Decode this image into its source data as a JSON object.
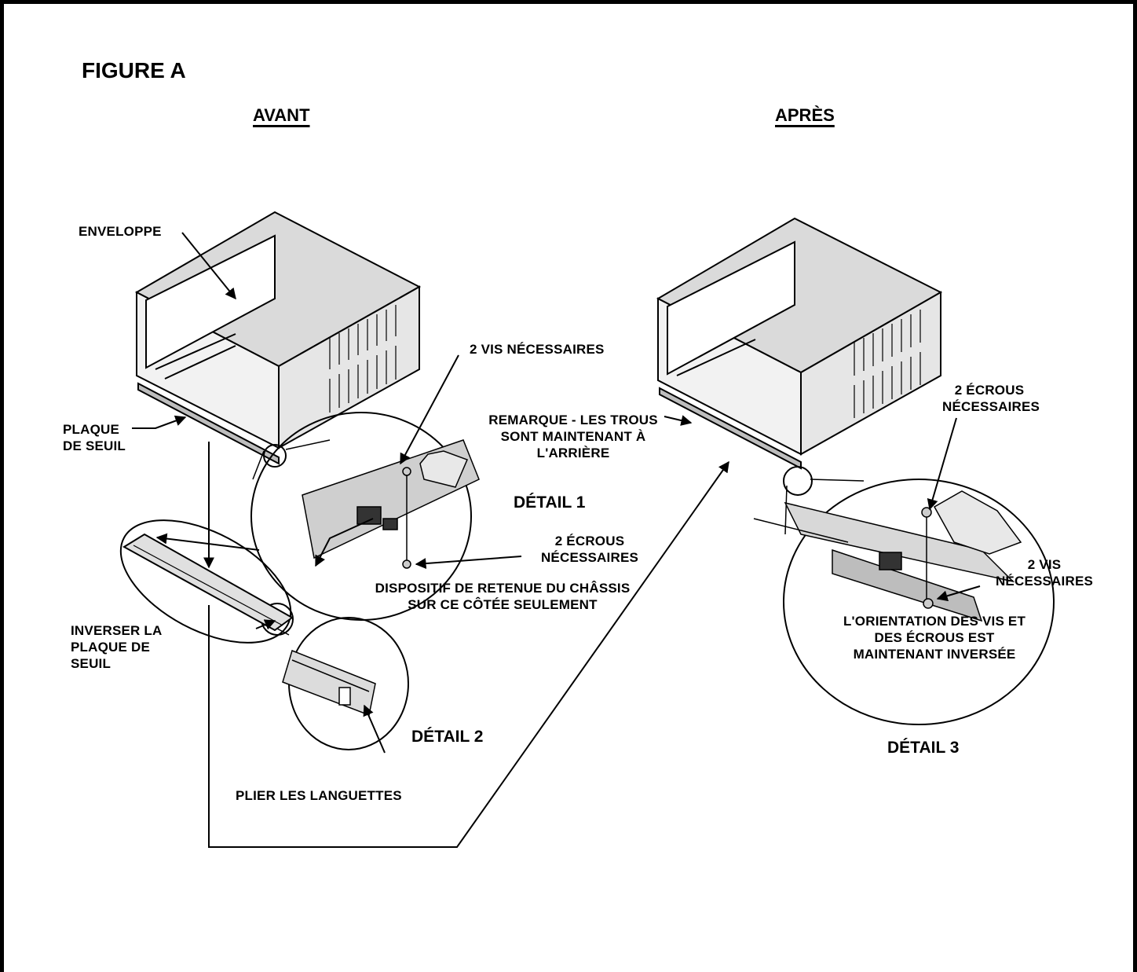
{
  "figure_title": "FIGURE A",
  "before_heading": "AVANT",
  "after_heading": "APRÈS",
  "labels": {
    "enveloppe": "ENVELOPPE",
    "plaque_de_seuil": "PLAQUE\nDE SEUIL",
    "vis_necessaires_1": "2 VIS NÉCESSAIRES",
    "detail_1": "DÉTAIL 1",
    "ecrous_necessaires_1": "2 ÉCROUS\nNÉCESSAIRES",
    "dispositif_retenue": "DISPOSITIF DE RETENUE DU CHÂSSIS\nSUR CE CÔTÉE SEULEMENT",
    "inverser_plaque": "INVERSER LA\nPLAQUE DE\nSEUIL",
    "detail_2": "DÉTAIL 2",
    "plier_languettes": "PLIER LES LANGUETTES",
    "remarque_trous": "REMARQUE - LES TROUS\nSONT MAINTENANT À\nL'ARRIÈRE",
    "ecrous_necessaires_3": "2 ÉCROUS\nNÉCESSAIRES",
    "vis_necessaires_3": "2 VIS\nNÉCESSAIRES",
    "orientation_note": "L'ORIENTATION DES VIS ET\nDES ÉCROUS EST\nMAINTENANT INVERSÉE",
    "detail_3": "DÉTAIL 3"
  }
}
